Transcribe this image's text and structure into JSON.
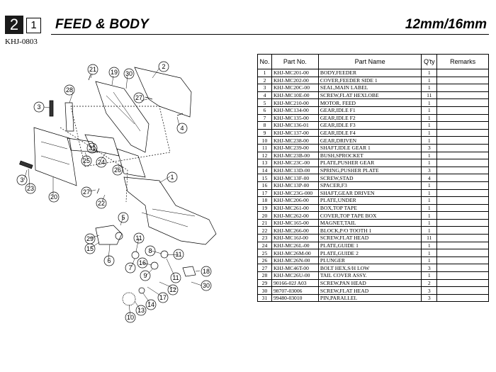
{
  "header": {
    "section_number": "2",
    "sub_number": "1",
    "title": "FEED & BODY",
    "size_label": "12mm/16mm",
    "model": "KHJ-0803"
  },
  "diagram": {
    "callouts": [
      "1",
      "2",
      "3",
      "3",
      "4",
      "5",
      "6",
      "7",
      "8",
      "9",
      "10",
      "11",
      "11",
      "12",
      "13",
      "14",
      "15",
      "16",
      "17",
      "18",
      "19",
      "20",
      "21",
      "22",
      "23",
      "24",
      "25",
      "26",
      "27",
      "27",
      "28",
      "29",
      "30",
      "30",
      "31"
    ]
  },
  "table": {
    "headers": [
      "No.",
      "Part No.",
      "Part Name",
      "Q'ty",
      "Remarks"
    ],
    "rows": [
      {
        "no": "1",
        "part": "KHJ-MC201-00",
        "name": "BODY,FEEDER",
        "qty": "1",
        "remarks": ""
      },
      {
        "no": "2",
        "part": "KHJ-MC202-00",
        "name": "COVER,FEEDER SIDE 1",
        "qty": "1",
        "remarks": ""
      },
      {
        "no": "3",
        "part": "KHJ-MC20C-00",
        "name": "SEAL,MAIN LABEL",
        "qty": "1",
        "remarks": ""
      },
      {
        "no": "4",
        "part": "KHJ-MC10E-00",
        "name": "SCREW,FLAT HEXLOBE",
        "qty": "11",
        "remarks": ""
      },
      {
        "no": "5",
        "part": "KHJ-MC210-00",
        "name": "MOTOR, FEED",
        "qty": "1",
        "remarks": ""
      },
      {
        "no": "6",
        "part": "KHJ-MC134-00",
        "name": "GEAR,IDLE F1",
        "qty": "1",
        "remarks": ""
      },
      {
        "no": "7",
        "part": "KHJ-MC135-00",
        "name": "GEAR,IDLE F2",
        "qty": "1",
        "remarks": ""
      },
      {
        "no": "8",
        "part": "KHJ-MC136-01",
        "name": "GEAR,IDLE F3",
        "qty": "1",
        "remarks": ""
      },
      {
        "no": "9",
        "part": "KHJ-MC137-00",
        "name": "GEAR,IDLE F4",
        "qty": "1",
        "remarks": ""
      },
      {
        "no": "10",
        "part": "KHJ-MC238-00",
        "name": "GEAR,DRIVEN",
        "qty": "1",
        "remarks": ""
      },
      {
        "no": "11",
        "part": "KHJ-MC239-00",
        "name": "SHAFT,IDLE GEAR 1",
        "qty": "3",
        "remarks": ""
      },
      {
        "no": "12",
        "part": "KHJ-MC23B-00",
        "name": "BUSH,SPROCKET",
        "qty": "1",
        "remarks": ""
      },
      {
        "no": "13",
        "part": "KHJ-MC23C-00",
        "name": "PLATE,PUSHER GEAR",
        "qty": "1",
        "remarks": ""
      },
      {
        "no": "14",
        "part": "KHJ-MC13D-00",
        "name": "SPRING,PUSHER PLATE",
        "qty": "3",
        "remarks": ""
      },
      {
        "no": "15",
        "part": "KHJ-MC13F-00",
        "name": "SCREW,STAD",
        "qty": "4",
        "remarks": ""
      },
      {
        "no": "16",
        "part": "KHJ-MC13P-00",
        "name": "SPACER,F3",
        "qty": "1",
        "remarks": ""
      },
      {
        "no": "17",
        "part": "KHJ-MC23G-000",
        "name": "SHAFT,GEAR DRIVEN",
        "qty": "1",
        "remarks": ""
      },
      {
        "no": "18",
        "part": "KHJ-MC206-00",
        "name": "PLATE,UNDER",
        "qty": "1",
        "remarks": ""
      },
      {
        "no": "19",
        "part": "KHJ-MC261-00",
        "name": "BOX,TOP TAPE",
        "qty": "1",
        "remarks": ""
      },
      {
        "no": "20",
        "part": "KHJ-MC262-00",
        "name": "COVER,TOP TAPE BOX",
        "qty": "1",
        "remarks": ""
      },
      {
        "no": "21",
        "part": "KHJ-MC165-00",
        "name": "MAGNET,TAIL",
        "qty": "1",
        "remarks": ""
      },
      {
        "no": "22",
        "part": "KHJ-MC266-00",
        "name": "BLOCK,P/O TOOTH 1",
        "qty": "1",
        "remarks": ""
      },
      {
        "no": "23",
        "part": "KHJ-MC16J-00",
        "name": "SCREW,FLAT HEAD",
        "qty": "11",
        "remarks": ""
      },
      {
        "no": "24",
        "part": "KHJ-MC26L-00",
        "name": "PLATE,GUIDE 1",
        "qty": "1",
        "remarks": ""
      },
      {
        "no": "25",
        "part": "KHJ-MC26M-00",
        "name": "PLATE,GUIDE 2",
        "qty": "1",
        "remarks": ""
      },
      {
        "no": "26",
        "part": "KHJ-MC26N-00",
        "name": "PLUNGER",
        "qty": "1",
        "remarks": ""
      },
      {
        "no": "27",
        "part": "KHJ-MC46T-00",
        "name": "BOLT HEX,S/H LOW",
        "qty": "3",
        "remarks": ""
      },
      {
        "no": "28",
        "part": "KHJ-MC26U-00",
        "name": "TAIL COVER ASSY.",
        "qty": "1",
        "remarks": ""
      },
      {
        "no": "29",
        "part": "90166-02J A03",
        "name": "SCREW,PAN HEAD",
        "qty": "2",
        "remarks": ""
      },
      {
        "no": "30",
        "part": "98707-03006",
        "name": "SCREW,FLAT HEAD",
        "qty": "3",
        "remarks": ""
      },
      {
        "no": "31",
        "part": "99480-03010",
        "name": "PIN,PARALLEL",
        "qty": "3",
        "remarks": ""
      }
    ]
  }
}
